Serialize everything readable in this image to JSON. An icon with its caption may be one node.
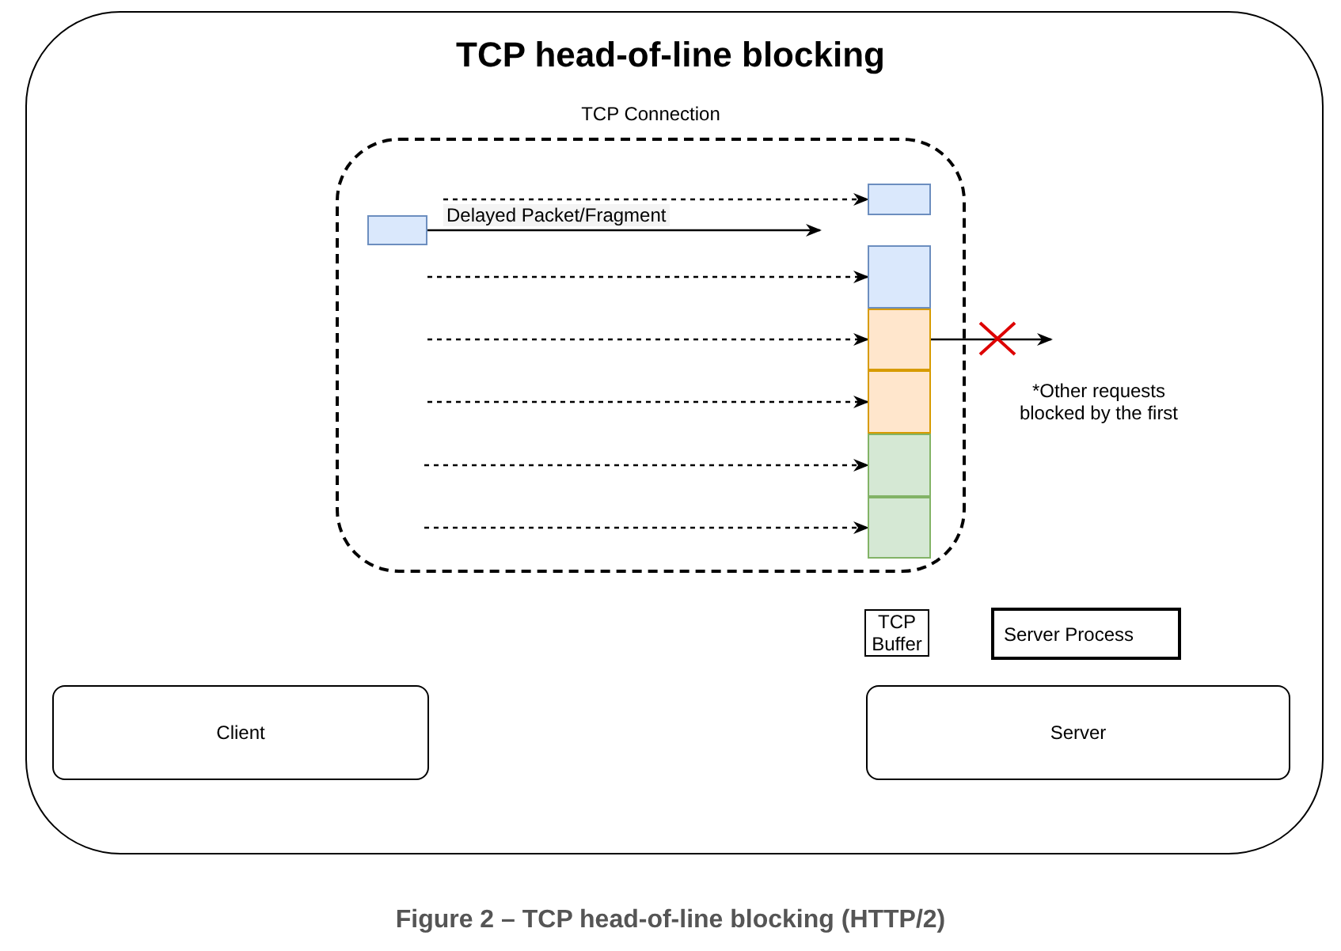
{
  "diagram": {
    "title": "TCP head-of-line blocking",
    "caption": "Figure 2 – TCP head-of-line blocking (HTTP/2)",
    "nodes": [
      {
        "text": [],
        "shape": "box"
      },
      {
        "text": [
          "TCP Connection"
        ],
        "in": 0
      },
      {
        "text": [],
        "shape": "box",
        "in": 1
      },
      {
        "text": [],
        "shape": "box",
        "in": 1
      },
      {
        "text": [],
        "shape": "box",
        "in": 1
      },
      {
        "text": [],
        "shape": "box",
        "in": 1
      },
      {
        "text": [],
        "shape": "box",
        "in": 1
      },
      {
        "text": [],
        "shape": "box",
        "in": 1
      },
      {
        "text": [],
        "shape": "box",
        "in": 1
      },
      {
        "text": [
          "TCP Buffer"
        ],
        "in": 0
      },
      {
        "text": [
          "Server Process"
        ],
        "in": 0
      },
      {
        "text": [
          "Client"
        ],
        "in": 0
      },
      {
        "text": [
          "Server"
        ],
        "in": 0
      }
    ],
    "edges": [
      {
        "from": null,
        "to": 3,
        "arrow": "to",
        "style": "dashed"
      },
      {
        "from": 2,
        "to": null,
        "arrow": "to",
        "label": "Delayed Packet/Fragment"
      },
      {
        "from": null,
        "to": 4,
        "arrow": "to",
        "style": "dashed"
      },
      {
        "from": null,
        "to": 5,
        "arrow": "to",
        "style": "dashed"
      },
      {
        "from": null,
        "to": 6,
        "arrow": "to",
        "style": "dashed"
      },
      {
        "from": null,
        "to": 7,
        "arrow": "to",
        "style": "dashed"
      },
      {
        "from": null,
        "to": 8,
        "arrow": "to",
        "style": "dashed"
      },
      {
        "from": 5,
        "to": null,
        "arrow": "to"
      }
    ],
    "labels": [
      "*Other requests blocked by the first"
    ]
  }
}
